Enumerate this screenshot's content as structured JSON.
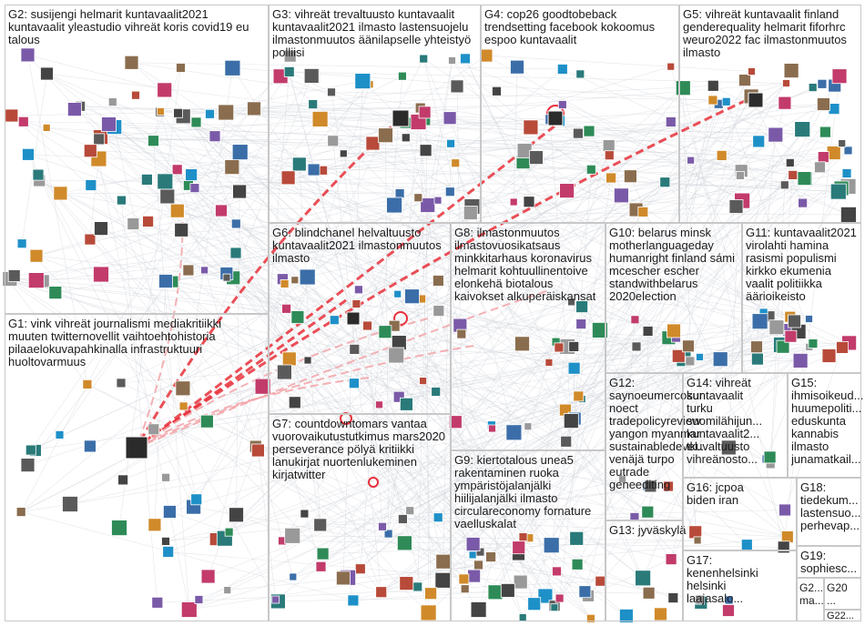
{
  "groups": [
    {
      "id": "G1",
      "label": "G1: vink vihreät journalismi mediakritiikki\nmuuten twitternovellit vaihtoehtohistoria\npilaaelokuvapahkinalla infrastruktuuri\nhuoltovarmuus"
    },
    {
      "id": "G2",
      "label": "G2: susijengi helmarit kuntavaalit2021\nkuntavaalit yleastudio vihreät koris covid19 eu\ntalous"
    },
    {
      "id": "G3",
      "label": "G3: vihreät trevaltuusto kuntavaalit\nkuntavaalit2021 ilmasto lastensuojelu\nilmastonmuutos äänilapselle yhteistyö\npolliisi"
    },
    {
      "id": "G4",
      "label": "G4: cop26 goodtobeback\ntrendsetting facebook kokoomus\nespoo kuntavaalit"
    },
    {
      "id": "G5",
      "label": "G5: vihreät kuntavaalit finland\ngenderequality helmarit fiforhrc\nweuro2022 fac ilmastonmuutos\nilmasto"
    },
    {
      "id": "G6",
      "label": "G6: blindchanel helvaltuusto\nkuntavaalit2021 ilmastonmuutos\nilmasto"
    },
    {
      "id": "G7",
      "label": "G7: countdowntomars vantaa\nvuorovaikutustutkimus mars2020\nperseverance pölyä kritiikki\nlanukirjat nuortenlukeminen\nkirjatwitter"
    },
    {
      "id": "G8",
      "label": "G8: ilmastonmuutos\nilmastovuosikatsaus\nminkkitarhaus koronavirus\nhelmarit kohtuullinentoive\nelonkehä biotalous\nkaivokset alkuperäiskansat"
    },
    {
      "id": "G9",
      "label": "G9: kiertotalous unea5\nrakentaminen ruoka\nympäristöjalanjälki\nhiilijalanjälki ilmasto\ncirculareconomy fornature\nvaelluskalat"
    },
    {
      "id": "G10",
      "label": "G10: belarus minsk\nmotherlanguageday\nhumanright finland sámi\nmcescher escher\nstandwithbelarus\n2020election"
    },
    {
      "id": "G11",
      "label": "G11: kuntavaalit2021\nvirolahti hamina\nrasismi populismi\nkirkko ekumenia\nvaalit politiikka\näärioikeisto"
    },
    {
      "id": "G12",
      "label": "G12:\nsaynoeumercosur\nnoect\ntradepolicyreview\nyangon myanmar\nsustainabledevel...\nvenäjä turpo\neutrade\ngeneediting"
    },
    {
      "id": "G13",
      "label": "G13: jyväskylä"
    },
    {
      "id": "G14",
      "label": "G14: vihreät\nkuntavaalit\nturku\nsuomilähijun...\nkuntavaalit2...\ntkuvaltuusto\nvihreänosto..."
    },
    {
      "id": "G15",
      "label": "G15:\nihmisoikeud...\nhuumepoliti...\neduskunta\nkannabis\nilmasto\njunamatkail..."
    },
    {
      "id": "G16",
      "label": "G16: jcpoa\nbiden iran"
    },
    {
      "id": "G17",
      "label": "G17:\nkenenhelsinki\nhelsinki\nlaajasalo..."
    },
    {
      "id": "G18",
      "label": "G18:\ntiedekum...\nlastensuo...\nperhevap..."
    },
    {
      "id": "G19",
      "label": "G19:\nsophiesc..."
    },
    {
      "id": "G20",
      "label": "G20\n..."
    },
    {
      "id": "G21",
      "label": "G2...\nma..."
    },
    {
      "id": "G22",
      "label": "G22..."
    }
  ],
  "colors": {
    "panel_border": "#c8c8c8",
    "edge": "#d0d4da",
    "highlight_edge": "#e8303a",
    "highlight_edge_light": "#f2a3a8",
    "label": "#1a1a1a"
  }
}
